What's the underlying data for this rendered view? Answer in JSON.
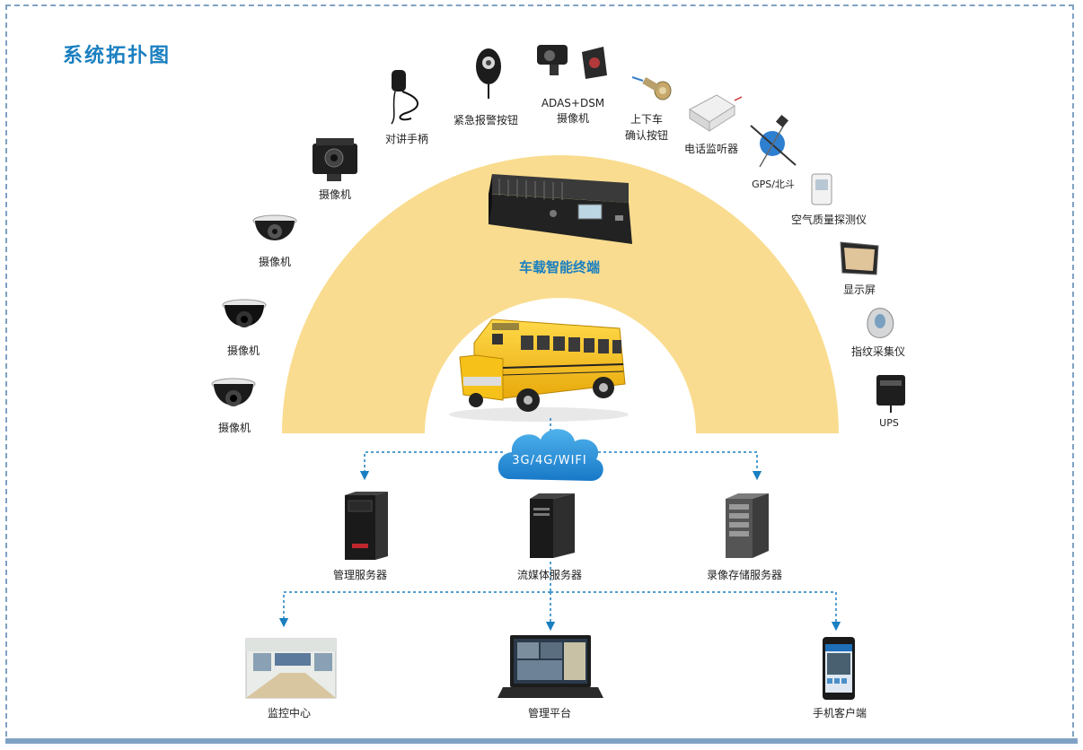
{
  "title": "系统拓扑图",
  "terminal": {
    "label": "车载智能终端"
  },
  "network": {
    "label": "3G/4G/WIFI"
  },
  "devices": {
    "camera_1": "摄像机",
    "camera_2": "摄像机",
    "camera_3": "摄像机",
    "camera_4": "摄像机",
    "intercom": "对讲手柄",
    "emergency_button": "紧急报警按钮",
    "adas_dsm_line1": "ADAS+DSM",
    "adas_dsm_line2": "摄像机",
    "door_button_line1": "上下车",
    "door_button_line2": "确认按钮",
    "phone_monitor": "电话监听器",
    "gps": "GPS/北斗",
    "air_quality": "空气质量探测仪",
    "display": "显示屏",
    "fingerprint": "指纹采集仪",
    "ups": "UPS"
  },
  "servers": {
    "management": "管理服务器",
    "streaming": "流媒体服务器",
    "storage": "录像存储服务器"
  },
  "clients": {
    "monitoring_center": "监控中心",
    "platform": "管理平台",
    "mobile": "手机客户端"
  },
  "colors": {
    "arch": "#f9dc8f",
    "accent": "#1a7fc0",
    "cloud": "#1e90d6",
    "frame": "#7fa2c4",
    "bus": "#f6c21a"
  }
}
